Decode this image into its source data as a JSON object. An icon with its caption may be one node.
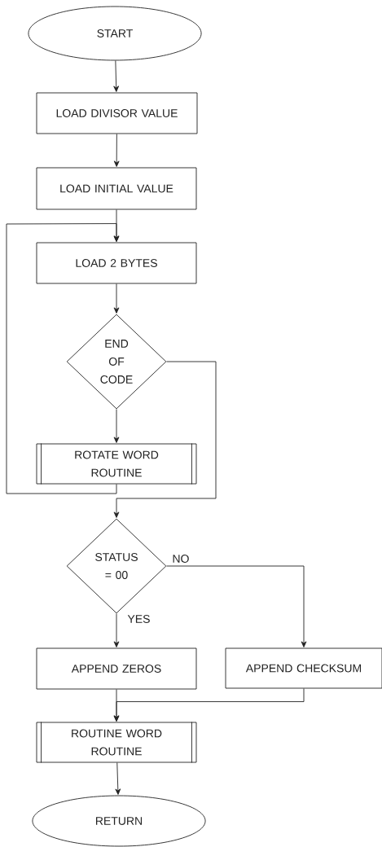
{
  "diagram": {
    "nodes": [
      {
        "text": [
          "START"
        ]
      },
      {
        "text": [
          "LOAD DIVISOR VALUE"
        ]
      },
      {
        "text": [
          "LOAD INITIAL VALUE"
        ]
      },
      {
        "text": [
          "LOAD 2 BYTES"
        ]
      },
      {
        "text": [
          "END OF CODE"
        ]
      },
      {
        "text": [
          "ROTATE WORD ROUTINE"
        ]
      },
      {
        "text": [
          "STATUS = 00"
        ]
      },
      {
        "text": [
          "APPEND ZEROS"
        ]
      },
      {
        "text": [
          "APPEND CHECKSUM"
        ]
      },
      {
        "text": [
          "ROUTINE WORD ROUTINE"
        ]
      },
      {
        "text": [
          "RETURN"
        ]
      }
    ],
    "edges": [
      {
        "from": 0,
        "to": 1,
        "arrow": "to"
      },
      {
        "from": 1,
        "to": 2,
        "arrow": "to"
      },
      {
        "from": 2,
        "to": 3,
        "arrow": "to"
      },
      {
        "from": 3,
        "to": 4,
        "arrow": "to"
      },
      {
        "from": 4,
        "to": 5,
        "arrow": "to"
      },
      {
        "from": 5,
        "to": 3,
        "arrow": "to"
      },
      {
        "from": 4,
        "to": 6,
        "arrow": "to"
      },
      {
        "from": 6,
        "to": 7,
        "arrow": "to",
        "label": "YES"
      },
      {
        "from": 6,
        "to": 8,
        "arrow": "to",
        "label": "NO"
      },
      {
        "from": 7,
        "to": 9,
        "arrow": "to"
      },
      {
        "from": 8,
        "to": 9,
        "arrow": "to"
      },
      {
        "from": 9,
        "to": 10,
        "arrow": "to"
      }
    ]
  }
}
